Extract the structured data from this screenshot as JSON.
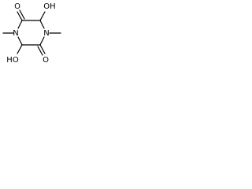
{
  "molecule": {
    "atom_labels": {
      "oxygen_top_left": "O",
      "hydroxyl_top_right": "OH",
      "nitrogen_left": "N",
      "nitrogen_right": "N",
      "hydroxyl_bottom_left": "HO",
      "oxygen_bottom_right": "O"
    },
    "colors": {
      "bond": "#000000",
      "label": "#000000",
      "background": "#ffffff"
    }
  }
}
